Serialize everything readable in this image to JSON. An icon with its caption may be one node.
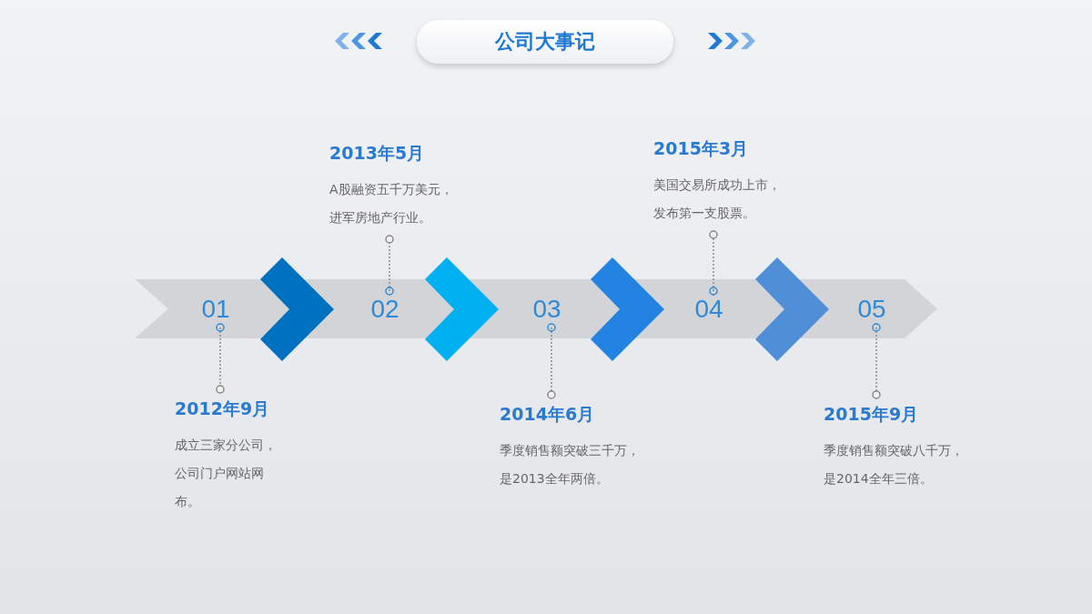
{
  "diagram": {
    "title": "公司大事记",
    "nodes": [
      {
        "text": [],
        "shape": "bar"
      },
      {
        "text": [
          "01"
        ],
        "in": 0
      },
      {
        "text": [
          "02"
        ],
        "in": 0
      },
      {
        "text": [
          "03"
        ],
        "in": 0
      },
      {
        "text": [
          "04"
        ],
        "in": 0
      },
      {
        "text": [
          "05"
        ],
        "in": 0
      },
      {
        "text": [],
        "shape": "chevron"
      },
      {
        "text": [],
        "shape": "chevron"
      },
      {
        "text": [],
        "shape": "chevron"
      },
      {
        "text": [],
        "shape": "chevron"
      },
      {
        "text": [
          "2012年9月",
          "成立三家分公司，公司门户网站网布。"
        ]
      },
      {
        "text": [
          "2013年5月",
          "A股融资五千万美元，进军房地产行业。"
        ]
      },
      {
        "text": [
          "2014年6月",
          "季度销售额突破三千万，是2013全年两倍。"
        ]
      },
      {
        "text": [
          "2015年3月",
          "美国交易所成功上市，发布第一支股票。"
        ]
      },
      {
        "text": [
          "2015年9月",
          "季度销售额突破八千万，是2014全年三倍。"
        ]
      }
    ],
    "edges": [
      {
        "from": 1,
        "to": 10,
        "arrow": "other",
        "style": "dashed"
      },
      {
        "from": 2,
        "to": 11,
        "arrow": "other",
        "style": "dashed"
      },
      {
        "from": 3,
        "to": 12,
        "arrow": "other",
        "style": "dashed"
      },
      {
        "from": 4,
        "to": 13,
        "arrow": "other",
        "style": "dashed"
      },
      {
        "from": 5,
        "to": 14,
        "arrow": "other",
        "style": "dashed"
      }
    ]
  }
}
